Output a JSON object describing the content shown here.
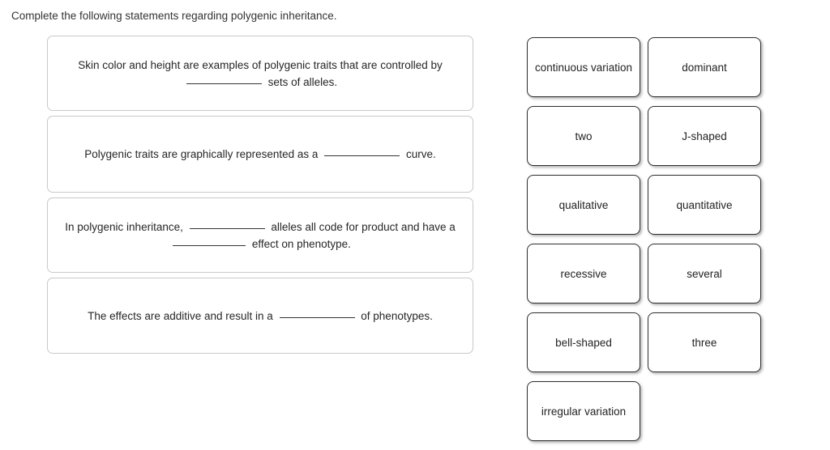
{
  "prompt": "Complete the following statements regarding polygenic inheritance.",
  "statements": [
    {
      "id": "statement-1",
      "parts": [
        {
          "type": "text",
          "value": "Skin color and height are examples of polygenic traits that are controlled by "
        },
        {
          "type": "blank"
        },
        {
          "type": "text",
          "value": " sets of alleles."
        }
      ],
      "plain_text": "Skin color and height are examples of polygenic traits that are controlled by ______________ sets of alleles."
    },
    {
      "id": "statement-2",
      "parts": [
        {
          "type": "text",
          "value": "Polygenic traits are graphically represented as a "
        },
        {
          "type": "blank"
        },
        {
          "type": "text",
          "value": " curve."
        }
      ],
      "plain_text": "Polygenic traits are graphically represented as a ______________ curve."
    },
    {
      "id": "statement-3",
      "parts": [
        {
          "type": "text",
          "value": "In polygenic inheritance, "
        },
        {
          "type": "blank"
        },
        {
          "type": "text",
          "value": " alleles all code for product and have a "
        },
        {
          "type": "blank"
        },
        {
          "type": "text",
          "value": " effect on phenotype."
        }
      ],
      "plain_text": "In polygenic inheritance, ______________ alleles all code for product and have a ______________ effect on phenotype."
    },
    {
      "id": "statement-4",
      "parts": [
        {
          "type": "text",
          "value": "The effects are additive and result in a "
        },
        {
          "type": "blank"
        },
        {
          "type": "text",
          "value": " of phenotypes."
        }
      ],
      "plain_text": "The effects are additive and result in a ______________ of phenotypes."
    }
  ],
  "answer_tiles": [
    {
      "id": "tile-continuous-variation",
      "label": "continuous variation"
    },
    {
      "id": "tile-dominant",
      "label": "dominant"
    },
    {
      "id": "tile-two",
      "label": "two"
    },
    {
      "id": "tile-j-shaped",
      "label": "J-shaped"
    },
    {
      "id": "tile-qualitative",
      "label": "qualitative"
    },
    {
      "id": "tile-quantitative",
      "label": "quantitative"
    },
    {
      "id": "tile-recessive",
      "label": "recessive"
    },
    {
      "id": "tile-several",
      "label": "several"
    },
    {
      "id": "tile-bell-shaped",
      "label": "bell-shaped"
    },
    {
      "id": "tile-three",
      "label": "three"
    },
    {
      "id": "tile-irregular-variation",
      "label": "irregular variation"
    }
  ],
  "colors": {
    "page_background": "#ffffff",
    "text": "#262626",
    "statement_border": "#c9c9c9",
    "tile_border": "#2e2e2e",
    "blank_line": "#333333"
  }
}
